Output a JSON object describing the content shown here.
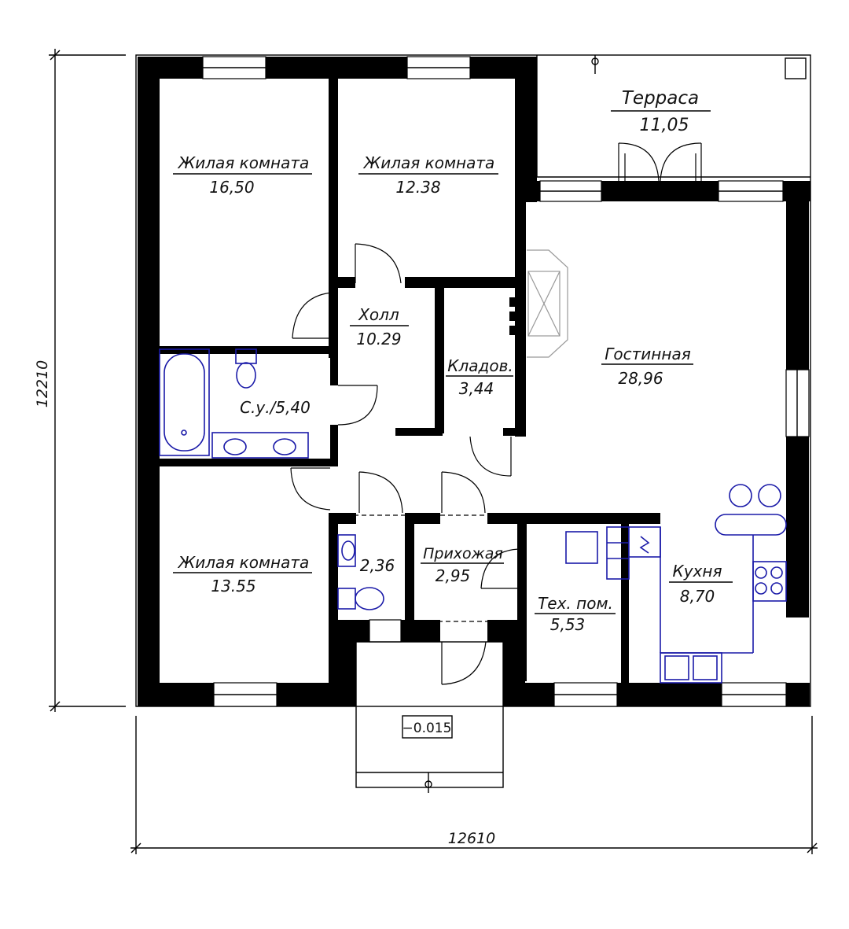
{
  "plan": {
    "rooms": [
      {
        "id": "living1",
        "name": "Жилая комната",
        "area": "16,50"
      },
      {
        "id": "living2",
        "name": "Жилая комната",
        "area": "12.38"
      },
      {
        "id": "terrace",
        "name": "Терраса",
        "area": "11,05"
      },
      {
        "id": "hall",
        "name": "Холл",
        "area": "10.29"
      },
      {
        "id": "storage",
        "name": "Кладов.",
        "area": "3,44"
      },
      {
        "id": "lounge",
        "name": "Гостинная",
        "area": "28,96"
      },
      {
        "id": "bath",
        "name": "С.у./5,40",
        "area": ""
      },
      {
        "id": "living3",
        "name": "Жилая комната",
        "area": "13.55"
      },
      {
        "id": "wc",
        "name": "",
        "area": "2,36"
      },
      {
        "id": "entry",
        "name": "Прихожая",
        "area": "2,95"
      },
      {
        "id": "tech",
        "name": "Тех. пом.",
        "area": "5,53"
      },
      {
        "id": "kitchen",
        "name": "Кухня",
        "area": "8,70"
      }
    ],
    "dimensions": {
      "width": "12610",
      "height": "12210"
    },
    "level_mark": "−0.015"
  }
}
